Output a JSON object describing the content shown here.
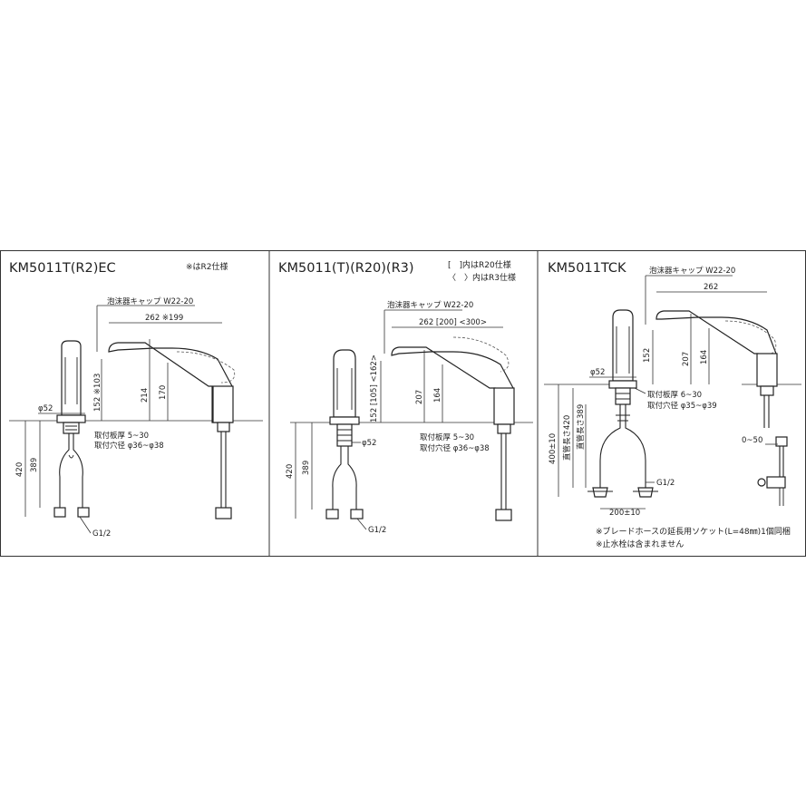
{
  "panels": [
    {
      "title": "KM5011T(R2)EC",
      "notes": [
        "※はR2仕様"
      ],
      "dims": {
        "cap": "泡沫器キャップ W22-20",
        "reach": "262 ※199",
        "h152": "152 ※103",
        "h214": "214",
        "h170": "170",
        "phi": "φ52",
        "deck": "取付板厚 5~30",
        "hole": "取付穴径 φ36~φ38",
        "h420": "420",
        "h389": "389",
        "thread": "G1/2"
      }
    },
    {
      "title": "KM5011(T)(R20)(R3)",
      "notes": [
        "[　]内はR20仕様",
        "〈　〉内はR3仕様"
      ],
      "dims": {
        "cap": "泡沫器キャップ W22-20",
        "reach": "262 [200] <300>",
        "h152": "152 [105] <162>",
        "h207": "207",
        "h164": "164",
        "phi": "φ52",
        "deck": "取付板厚 5~30",
        "hole": "取付穴径 φ36~φ38",
        "h420": "420",
        "h389": "389",
        "thread": "G1/2"
      }
    },
    {
      "title": "KM5011TCK",
      "dims": {
        "cap": "泡沫器キャップ W22-20",
        "reach": "262",
        "h152": "152",
        "h207": "207",
        "h164": "164",
        "phi": "φ52",
        "deck": "取付板厚 6~30",
        "hole": "取付穴径 φ35~φ39",
        "h400": "400±10",
        "len420": "直管長さ420",
        "len389": "直管長さ389",
        "thread": "G1/2",
        "pitch": "200±10",
        "offset": "0~50"
      },
      "footnotes": [
        "※ブレードホースの延長用ソケット(L=48㎜)1個同梱",
        "※止水栓は含まれません"
      ]
    }
  ]
}
